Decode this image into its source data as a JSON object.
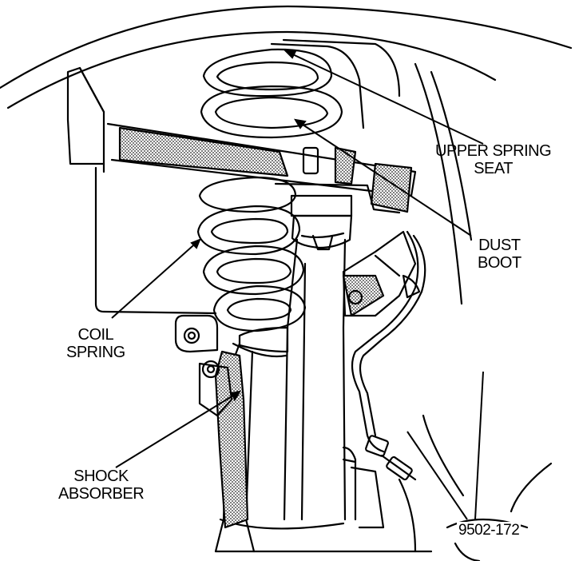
{
  "labels": {
    "upper_spring_seat": [
      "UPPER SPRING",
      "SEAT"
    ],
    "dust_boot": [
      "DUST",
      "BOOT"
    ],
    "coil_spring": [
      "COIL",
      "SPRING"
    ],
    "shock_absorber": [
      "SHOCK",
      "ABSORBER"
    ]
  },
  "figure_number": "9502-172",
  "colors": {
    "ink": "#000000",
    "paper": "#ffffff",
    "hatch": "#444444"
  }
}
